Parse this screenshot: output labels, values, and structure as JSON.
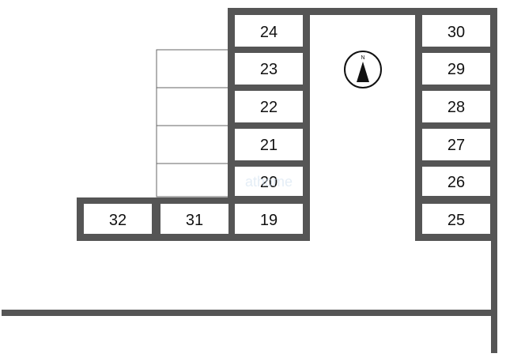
{
  "map": {
    "spots": [
      {
        "number": "24"
      },
      {
        "number": "23"
      },
      {
        "number": "22"
      },
      {
        "number": "21"
      },
      {
        "number": "20"
      },
      {
        "number": "19"
      },
      {
        "number": "31"
      },
      {
        "number": "32"
      },
      {
        "number": "30"
      },
      {
        "number": "29"
      },
      {
        "number": "28"
      },
      {
        "number": "27"
      },
      {
        "number": "26"
      },
      {
        "number": "25"
      }
    ],
    "compass": {
      "letter": "N",
      "icon": "north-arrow-icon"
    },
    "watermark": "athome",
    "colors": {
      "wall": "#555555",
      "cell": "#ffffff",
      "text": "#111111"
    }
  }
}
